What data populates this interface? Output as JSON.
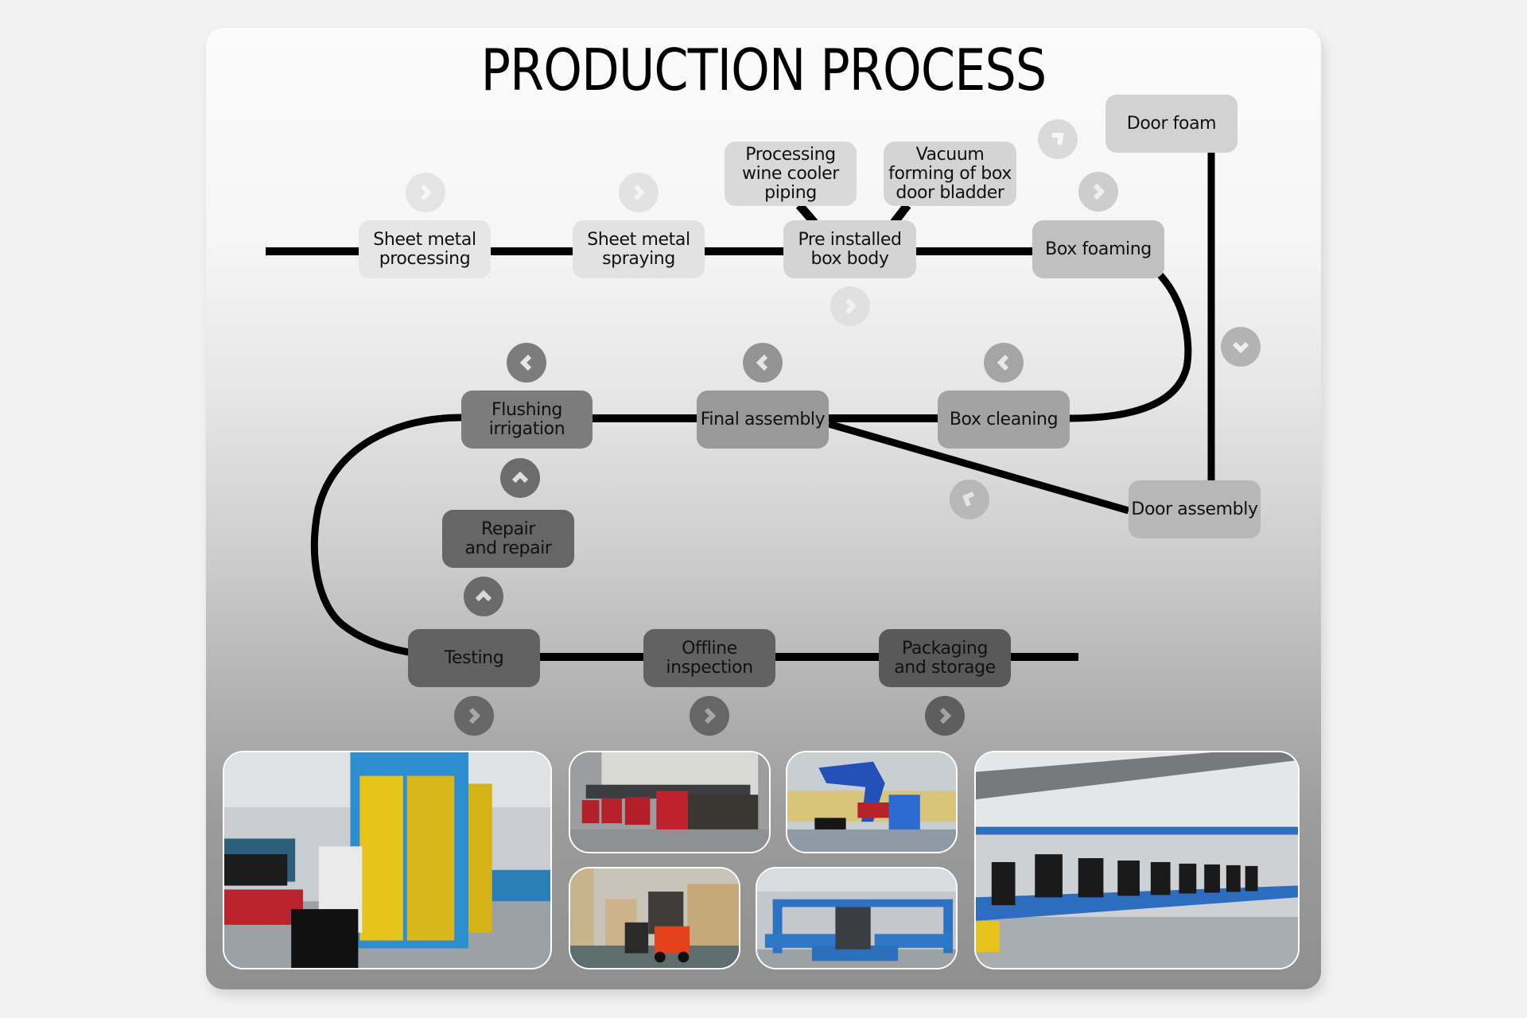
{
  "title": "PRODUCTION PROCESS",
  "steps": {
    "sheet_metal_processing": "Sheet metal\nprocessing",
    "sheet_metal_spraying": "Sheet metal\nspraying",
    "processing_wine_cooler_piping": "Processing\nwine cooler\npiping",
    "vacuum_forming": "Vacuum\nforming of box\ndoor bladder",
    "pre_installed_box_body": "Pre installed\nbox body",
    "box_foaming": "Box foaming",
    "door_foam": "Door foam",
    "box_cleaning": "Box cleaning",
    "final_assembly": "Final assembly",
    "flushing_irrigation": "Flushing\nirrigation",
    "door_assembly": "Door assembly",
    "repair_and_repair": "Repair\nand repair",
    "testing": "Testing",
    "offline_inspection": "Offline\ninspection",
    "packaging_and_storage": "Packaging\nand storage"
  },
  "arrows": [
    {
      "id": "arrow-1",
      "icon": "chevron-right-icon"
    },
    {
      "id": "arrow-2",
      "icon": "chevron-right-icon"
    },
    {
      "id": "arrow-3",
      "icon": "chevron-right-icon"
    },
    {
      "id": "arrow-4",
      "icon": "chevron-up-right-icon"
    },
    {
      "id": "arrow-5",
      "icon": "chevron-right-icon"
    },
    {
      "id": "arrow-6",
      "icon": "chevron-down-icon"
    },
    {
      "id": "arrow-7",
      "icon": "chevron-left-icon"
    },
    {
      "id": "arrow-8",
      "icon": "chevron-left-icon"
    },
    {
      "id": "arrow-9",
      "icon": "chevron-left-icon"
    },
    {
      "id": "arrow-10",
      "icon": "chevron-up-left-icon"
    },
    {
      "id": "arrow-11",
      "icon": "chevron-up-icon"
    },
    {
      "id": "arrow-12",
      "icon": "chevron-up-icon"
    },
    {
      "id": "arrow-13",
      "icon": "chevron-right-icon"
    },
    {
      "id": "arrow-14",
      "icon": "chevron-right-icon"
    },
    {
      "id": "arrow-15",
      "icon": "chevron-right-icon"
    }
  ],
  "photos": [
    {
      "subject": "factory freight elevator with yellow cage and black cabinets"
    },
    {
      "subject": "red trucks at warehouse loading dock"
    },
    {
      "subject": "blue industrial robot arm"
    },
    {
      "subject": "orange forklift in carton warehouse"
    },
    {
      "subject": "blue foaming fixture frame"
    },
    {
      "subject": "long blue assembly line with hanging test units"
    }
  ],
  "colors": {
    "line": "#000000",
    "box_light": "#e4e4e4",
    "box_mid": "#bfbfbf",
    "box_gray": "#9d9d9d",
    "box_dark": "#656565"
  }
}
